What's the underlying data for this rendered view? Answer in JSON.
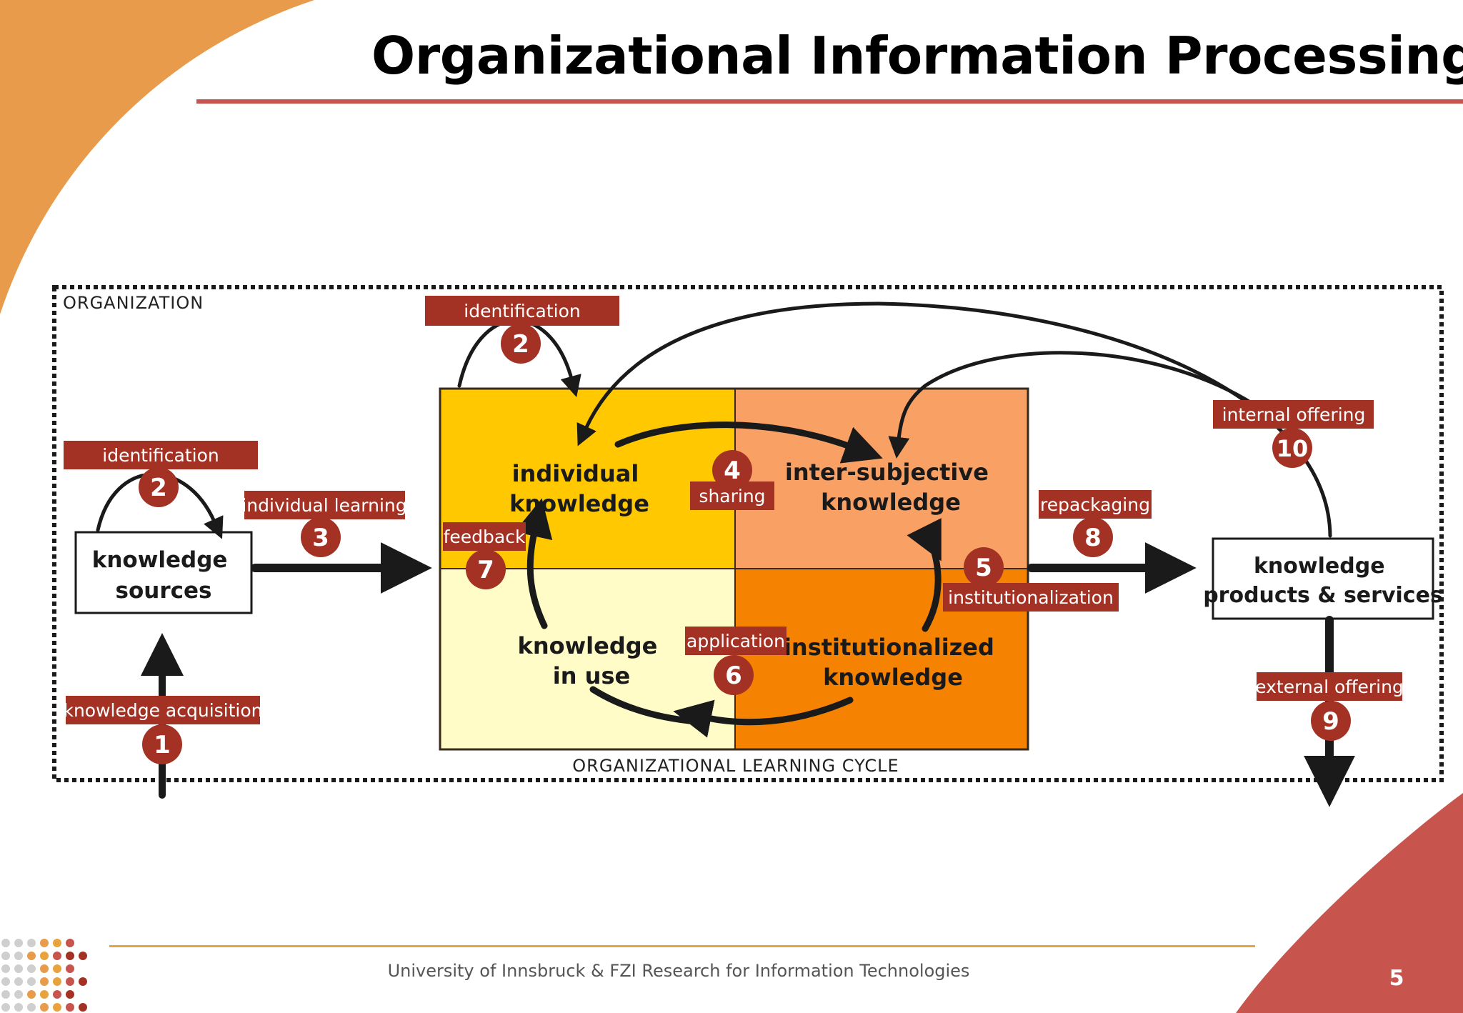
{
  "title": "Organizational Information Processing",
  "footer": "University of Innsbruck & FZI Research for Information Technologies",
  "page_number": "5",
  "colors": {
    "accent_orange": "#E89B4A",
    "accent_red": "#C8544E",
    "label_red": "#A33224",
    "quad_individual": "#FFC800",
    "quad_intersubjective": "#F9A064",
    "quad_in_use": "#FFFCC8",
    "quad_institutionalized": "#F58200"
  },
  "diagram": {
    "organization_label": "ORGANIZATION",
    "cycle_label": "ORGANIZATIONAL LEARNING CYCLE",
    "nodes": {
      "sources": [
        "knowledge",
        "sources"
      ],
      "products": [
        "knowledge",
        "products & services"
      ],
      "individual": [
        "individual",
        "knowledge"
      ],
      "intersubjective": [
        "inter-subjective",
        "knowledge"
      ],
      "in_use": [
        "knowledge",
        "in use"
      ],
      "institutionalized": [
        "institutionalized",
        "knowledge"
      ]
    },
    "steps": [
      {
        "num": "1",
        "label": "knowledge acquisition"
      },
      {
        "num": "2",
        "label": "identification"
      },
      {
        "num": "2",
        "label": "identification"
      },
      {
        "num": "3",
        "label": "individual learning"
      },
      {
        "num": "4",
        "label": "sharing"
      },
      {
        "num": "5",
        "label": "institutionalization"
      },
      {
        "num": "6",
        "label": "application"
      },
      {
        "num": "7",
        "label": "feedback"
      },
      {
        "num": "8",
        "label": "repackaging"
      },
      {
        "num": "9",
        "label": "external offering"
      },
      {
        "num": "10",
        "label": "internal offering"
      }
    ]
  }
}
